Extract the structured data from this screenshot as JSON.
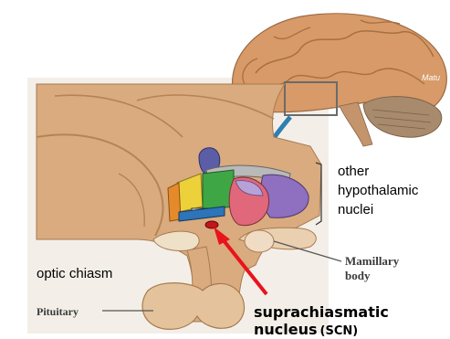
{
  "labels": {
    "other_nuclei": [
      "other",
      "hypothalamic",
      "nuclei"
    ],
    "optic_chiasm": "optic chiasm",
    "pituitary": "Pituitary",
    "mamillary": [
      "Mamillary",
      "body"
    ],
    "scn_line1": "suprachiasmatic",
    "scn_line2": "nucleus",
    "scn_abbrev": "(SCN)",
    "watermark": "Matu"
  },
  "colors": {
    "tissue": "#d9a878",
    "tissue_dark": "#b98a5e",
    "brain": "#d9a172",
    "cerebellum": "#a8896b",
    "pointer_arrow": "#e8141c",
    "zoom_arrow": "#2f7fb0"
  }
}
